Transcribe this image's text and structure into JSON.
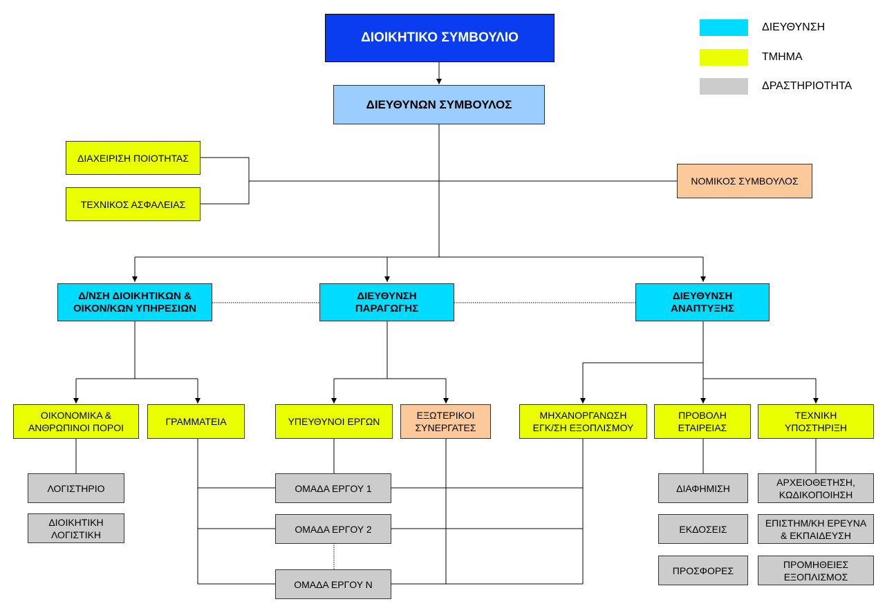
{
  "colors": {
    "board": "#0a3cf0",
    "ceo": "#9ccdff",
    "direction": "#00dcff",
    "department": "#eaff00",
    "activity": "#cccccc",
    "external": "#fcc99a"
  },
  "legend": [
    {
      "label": "ΔΙΕΥΘΥΝΣΗ",
      "color_key": "direction"
    },
    {
      "label": "ΤΜΗΜΑ",
      "color_key": "department"
    },
    {
      "label": "ΔΡΑΣΤΗΡΙΟΤΗΤΑ",
      "color_key": "activity"
    }
  ],
  "nodes": {
    "board": "ΔΙΟΙΚΗΤΙΚΟ ΣΥΜΒΟΥΛΙΟ",
    "ceo": "ΔΙΕΥΘΥΝΩΝ ΣΥΜΒΟΥΛΟΣ",
    "quality": "ΔΙΑΧΕΙΡΙΣΗ ΠΟΙΟΤΗΤΑΣ",
    "safety": "ΤΕΧΝΙΚΟΣ ΑΣΦΑΛΕΙΑΣ",
    "legal": "ΝΟΜΙΚΟΣ ΣΥΜΒΟΥΛΟΣ",
    "dir_admin": "Δ/ΝΣΗ ΔΙΟΙΚΗΤΙΚΩΝ &\nΟΙΚΟΝ/ΚΩΝ ΥΠΗΡΕΣΙΩΝ",
    "dir_prod": "ΔΙΕΥΘΥΝΣΗ\nΠΑΡΑΓΩΓΗΣ",
    "dir_dev": "ΔΙΕΥΘΥΝΣΗ\nΑΝΑΠΤΥΞΗΣ",
    "finance": "ΟΙΚΟΝΟΜΙΚΑ &\nΑΝΘΡΩΠΙΝΟΙ ΠΟΡΟΙ",
    "secretariat": "ΓΡΑΜΜΑΤΕΙΑ",
    "project_leads": "ΥΠΕΥΘΥΝΟΙ ΕΡΓΩΝ",
    "external_partners": "ΕΞΩΤΕΡΙΚΟΙ\nΣΥΝΕΡΓΑΤΕΣ",
    "mechanization": "ΜΗΧΑΝΟΡΓΑΝΩΣΗ\nΕΓΚ/ΣΗ ΕΞΟΠΛΙΣΜΟΥ",
    "promotion": "ΠΡΟΒΟΛΗ\nΕΤΑΙΡΕΙΑΣ",
    "tech_support": "ΤΕΧΝΙΚΗ\nΥΠΟΣΤΗΡΙΞΗ",
    "accounting": "ΛΟΓΙΣΤΗΡΙΟ",
    "admin_accounting": "ΔΙΟΙΚΗΤΙΚΗ\nΛΟΓΙΣΤΙΚΗ",
    "team1": "ΟΜΑΔΑ ΕΡΓΟΥ  1",
    "team2": "ΟΜΑΔΑ ΕΡΓΟΥ  2",
    "teamN": "ΟΜΑΔΑ ΕΡΓΟΥ  Ν",
    "advertising": "ΔΙΑΦΗΜΙΣΗ",
    "publications": "ΕΚΔΟΣΕΙΣ",
    "offers": "ΠΡΟΣΦΟΡΕΣ",
    "archiving": "ΑΡΧΕΙΟΘΕΤΗΣΗ,\nΚΩΔΙΚΟΠΟΙΗΣΗ",
    "research": "ΕΠΙΣΤΗΜ/ΚΗ ΕΡΕΥΝΑ\n& ΕΚΠΑΙΔΕΥΣΗ",
    "procurement": "ΠΡΟΜΗΘΕΙΕΣ\nΕΞΟΠΛΙΣΜΟΣ"
  }
}
